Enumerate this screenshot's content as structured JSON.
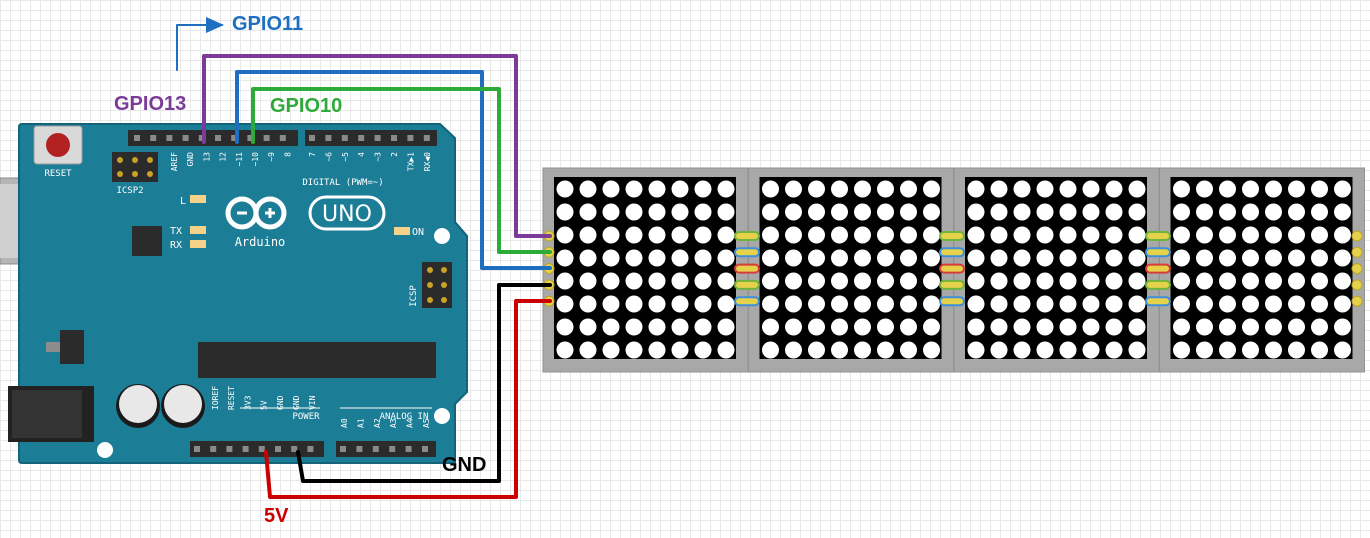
{
  "labels": {
    "gpio11": "GPIO11",
    "gpio13": "GPIO13",
    "gpio10": "GPIO10",
    "gnd": "GND",
    "v5": "5V"
  },
  "board": {
    "reset": "RESET",
    "icsp2": "ICSP2",
    "icsp": "ICSP",
    "uno": "UNO",
    "brand": "Arduino",
    "led_l": "L",
    "led_tx": "TX",
    "led_rx": "RX",
    "on": "ON",
    "digital": "DIGITAL (PWM=~)",
    "power": "POWER",
    "analog": "ANALOG IN",
    "digital_pins": [
      "AREF",
      "GND",
      "13",
      "12",
      "~11",
      "~10",
      "~9",
      "8",
      "7",
      "~6",
      "~5",
      "4",
      "~3",
      "2",
      "TX▶1",
      "RX◀0"
    ],
    "power_pins": [
      "IOREF",
      "RESET",
      "3V3",
      "5V",
      "GND",
      "GND",
      "VIN"
    ],
    "analog_pins": [
      "A0",
      "A1",
      "A2",
      "A3",
      "A4",
      "A5"
    ]
  },
  "matrix": {
    "modules": 4,
    "rows": 8,
    "cols": 8
  },
  "colors": {
    "gpio11": "#1f6fc1",
    "gpio13": "#7a3b99",
    "gpio10": "#2eaa3a",
    "gnd": "#000000",
    "v5": "#cc0000",
    "board": "#1b7d96",
    "matrix_frame": "#a8a8a8"
  }
}
